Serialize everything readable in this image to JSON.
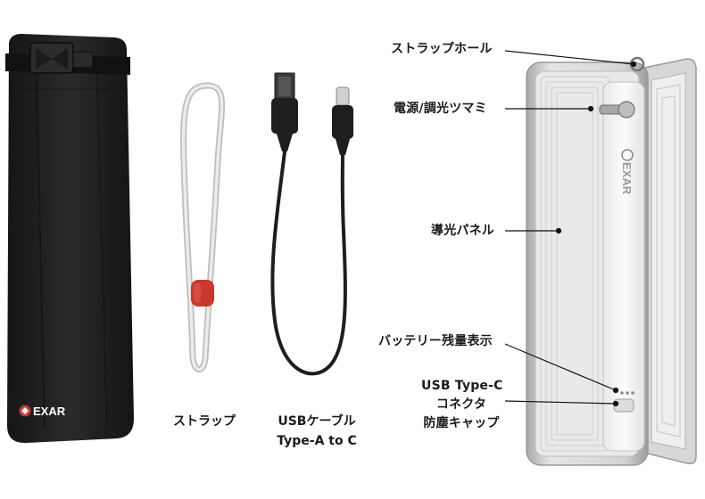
{
  "brand": "EXAR",
  "colors": {
    "pouch": "#1c1c1e",
    "buckle": "#2a2a2a",
    "strap_cord": "#d8d8d8",
    "strap_bead": "#c8382c",
    "cable": "#1e1e1e",
    "device_frame": "#c9c9c9",
    "device_panel": "#f1f1f1",
    "led_green": "#7ed07a"
  },
  "captions": {
    "strap": "ストラップ",
    "cable_line1": "USBケーブル",
    "cable_line2": "Type-A to C"
  },
  "callouts": {
    "strap_hole": "ストラップホール",
    "power_dimmer": "電源/調光ツマミ",
    "light_panel": "導光パネル",
    "battery_indicator": "バッテリー残量表示",
    "usb_line1": "USB Type-C",
    "usb_line2": "コネクタ",
    "usb_line3": "防塵キャップ"
  }
}
